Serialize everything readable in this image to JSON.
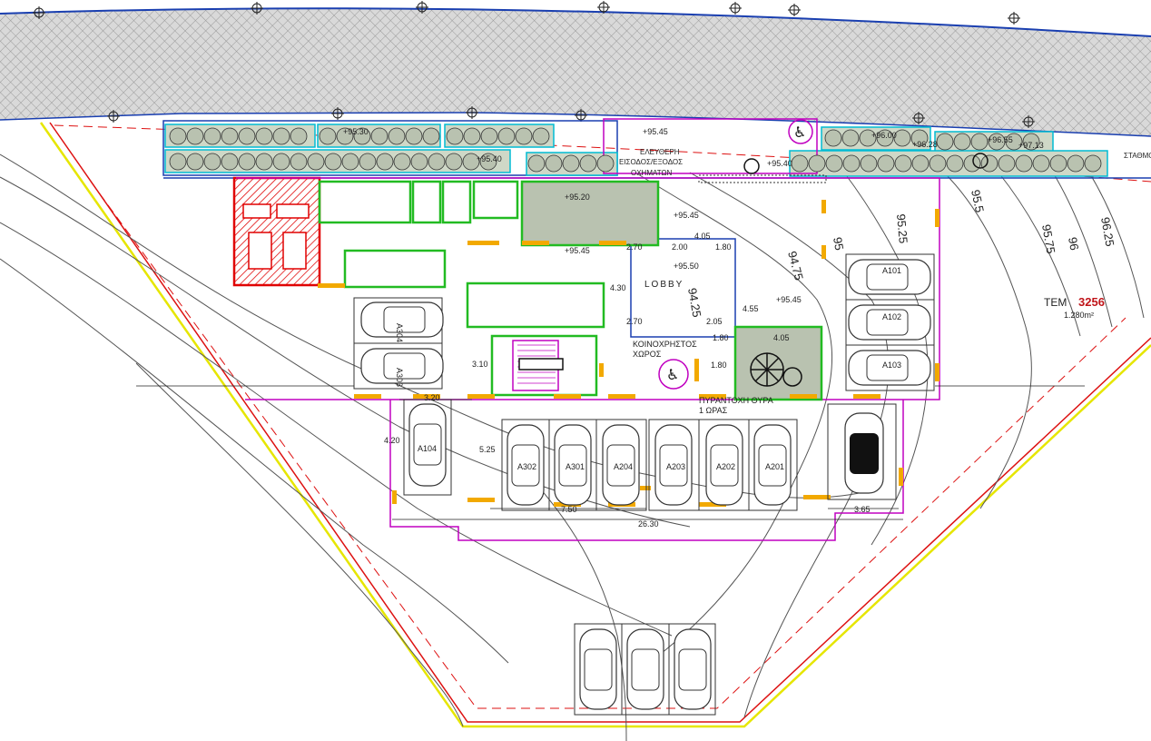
{
  "plot": {
    "label": "ΤΕΜ",
    "number": "3256",
    "area": "1.280m²"
  },
  "contours": [
    "94.75",
    "95",
    "95.25",
    "95.5",
    "95.75",
    "96",
    "96.25",
    "94.25"
  ],
  "levels": [
    "+95.45",
    "+95.30",
    "+95.40",
    "+95.20",
    "+95.45",
    "+95.45",
    "+95.50",
    "+95.45",
    "+96.00",
    "+96.28",
    "+96.55",
    "+97.13",
    "+95.40"
  ],
  "rooms": {
    "lobby": "LOBBY",
    "common_space_1": "ΚΟΙΝΟΧΡΗΣΤΟΣ",
    "common_space_2": "ΧΩΡΟΣ",
    "fire_door_1": "ΠΥΡΑΝΤΟΧΗ ΘΥΡΑ",
    "fire_door_2": "1 ΩΡΑΣ",
    "entrance_1": "ΕΙΣΟΔΟΣ/ΕΞΟΔΟΣ",
    "entrance_2": "ΟΧΗΜΑΤΩΝ",
    "entrance_top": "ΕΛΕΥΘΕΡΗ",
    "corner": "ΣΤΑΘΜΟΣ"
  },
  "parking": {
    "upper_right": [
      "A101",
      "A102",
      "A103"
    ],
    "left": [
      "A304",
      "A303"
    ],
    "single": [
      "A104"
    ],
    "row": [
      "A302",
      "A301",
      "A204",
      "A203",
      "A202",
      "A201"
    ]
  },
  "dimensions": [
    "4.05",
    "2.70",
    "2.00",
    "1.80",
    "4.30",
    "2.70",
    "2.05",
    "1.80",
    "4.55",
    "1.80",
    "4.05",
    "3.20",
    "4.20",
    "5.25",
    "3.10",
    "7.50",
    "26.30",
    "3.65"
  ]
}
